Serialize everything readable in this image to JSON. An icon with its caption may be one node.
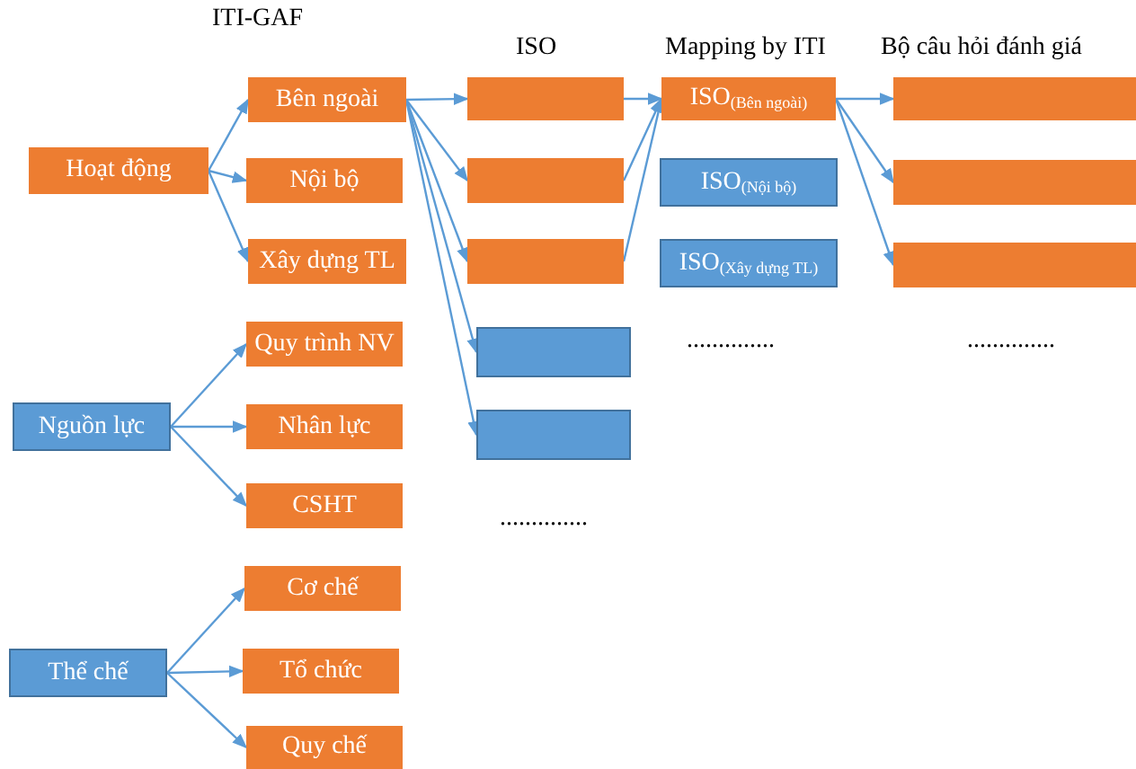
{
  "diagram": {
    "nodes": [
      {
        "text": [
          "Hoạt động"
        ]
      },
      {
        "text": [
          "Bên ngoài"
        ]
      },
      {
        "text": [
          "Nội bộ"
        ]
      },
      {
        "text": [
          "Xây dựng TL"
        ]
      },
      {
        "text": [
          "Quy trình NV"
        ]
      },
      {
        "text": [
          "Nhân lực"
        ]
      },
      {
        "text": [
          "CSHT"
        ]
      },
      {
        "text": [
          "Nguồn lực"
        ]
      },
      {
        "text": [
          "Cơ chế"
        ]
      },
      {
        "text": [
          "Tổ chức"
        ]
      },
      {
        "text": [
          "Quy chế"
        ]
      },
      {
        "text": [
          "Thể chế"
        ]
      },
      {
        "text": [],
        "shape": "box"
      },
      {
        "text": [],
        "shape": "box"
      },
      {
        "text": [],
        "shape": "box"
      },
      {
        "text": [],
        "shape": "box"
      },
      {
        "text": [],
        "shape": "box"
      },
      {
        "text": [
          "ISO$_{(Bên ngoài)}$"
        ]
      },
      {
        "text": [
          "ISO$_{(Nội bộ)}$"
        ]
      },
      {
        "text": [
          "ISO$_{(Xây dựng TL)}$"
        ]
      },
      {
        "text": [],
        "shape": "box"
      },
      {
        "text": [],
        "shape": "box"
      },
      {
        "text": [],
        "shape": "box"
      }
    ],
    "edges": [
      {
        "from": 0,
        "to": 1,
        "arrow": "to"
      },
      {
        "from": 0,
        "to": 2,
        "arrow": "to"
      },
      {
        "from": 0,
        "to": 3,
        "arrow": "to"
      },
      {
        "from": 7,
        "to": 4,
        "arrow": "to"
      },
      {
        "from": 7,
        "to": 5,
        "arrow": "to"
      },
      {
        "from": 7,
        "to": 6,
        "arrow": "to"
      },
      {
        "from": 11,
        "to": 8,
        "arrow": "to"
      },
      {
        "from": 11,
        "to": 9,
        "arrow": "to"
      },
      {
        "from": 11,
        "to": 10,
        "arrow": "to"
      },
      {
        "from": 1,
        "to": 12,
        "arrow": "to"
      },
      {
        "from": 1,
        "to": 13,
        "arrow": "to"
      },
      {
        "from": 1,
        "to": 14,
        "arrow": "to"
      },
      {
        "from": 1,
        "to": 15,
        "arrow": "to"
      },
      {
        "from": 1,
        "to": 16,
        "arrow": "to"
      },
      {
        "from": 12,
        "to": 17,
        "arrow": "to"
      },
      {
        "from": 13,
        "to": 17,
        "arrow": "to"
      },
      {
        "from": 14,
        "to": 17,
        "arrow": "to"
      },
      {
        "from": 17,
        "to": 20,
        "arrow": "to"
      },
      {
        "from": 17,
        "to": 21,
        "arrow": "to"
      },
      {
        "from": 17,
        "to": 22,
        "arrow": "to"
      }
    ],
    "labels": [
      "ITI-GAF",
      "ISO",
      "Mapping by ITI",
      "Bộ câu hỏi đánh giá",
      "..............",
      "..............",
      ".............."
    ]
  }
}
